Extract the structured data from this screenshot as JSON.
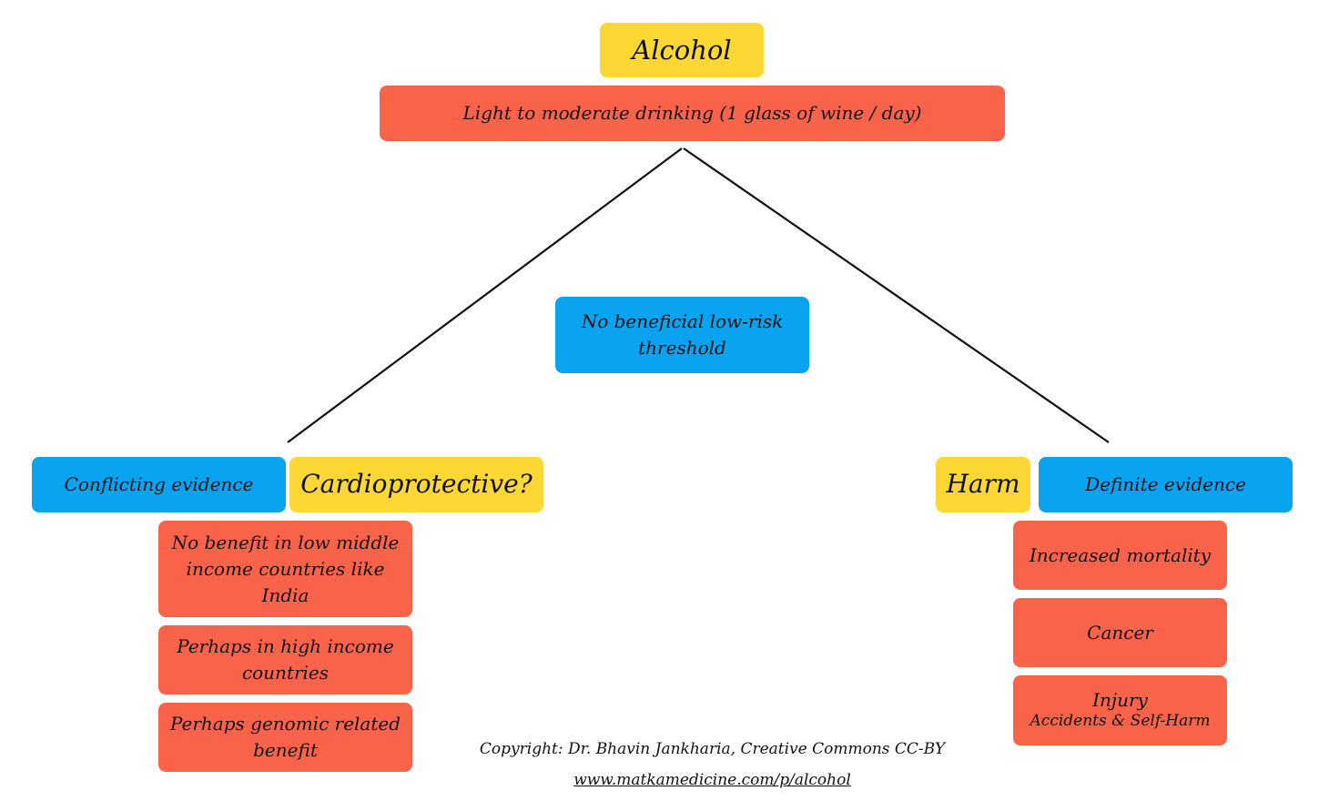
{
  "root": {
    "title": "Alcohol",
    "subtitle": "Light to moderate drinking (1 glass of wine / day)"
  },
  "center_note": [
    "No beneficial low-risk",
    "threshold"
  ],
  "left_branch": {
    "evidence_label": "Conflicting evidence",
    "heading": "Cardioprotective?",
    "items": [
      [
        "No benefit in low middle",
        "income countries like",
        "India"
      ],
      [
        "Perhaps in high income",
        "countries"
      ],
      [
        "Perhaps genomic related",
        "benefit"
      ]
    ]
  },
  "right_branch": {
    "heading": "Harm",
    "evidence_label": "Definite evidence",
    "items": [
      {
        "title": "Increased mortality",
        "sub": ""
      },
      {
        "title": "Cancer",
        "sub": ""
      },
      {
        "title": "Injury",
        "sub": "Accidents & Self-Harm"
      }
    ]
  },
  "footer": {
    "copyright": "Copyright: Dr. Bhavin Jankharia, Creative Commons CC-BY",
    "url": "www.matkamedicine.com/p/alcohol"
  },
  "colors": {
    "yellow": "#fdd835",
    "red": "#f9634a",
    "blue": "#0aa3f0",
    "line": "#111111"
  }
}
